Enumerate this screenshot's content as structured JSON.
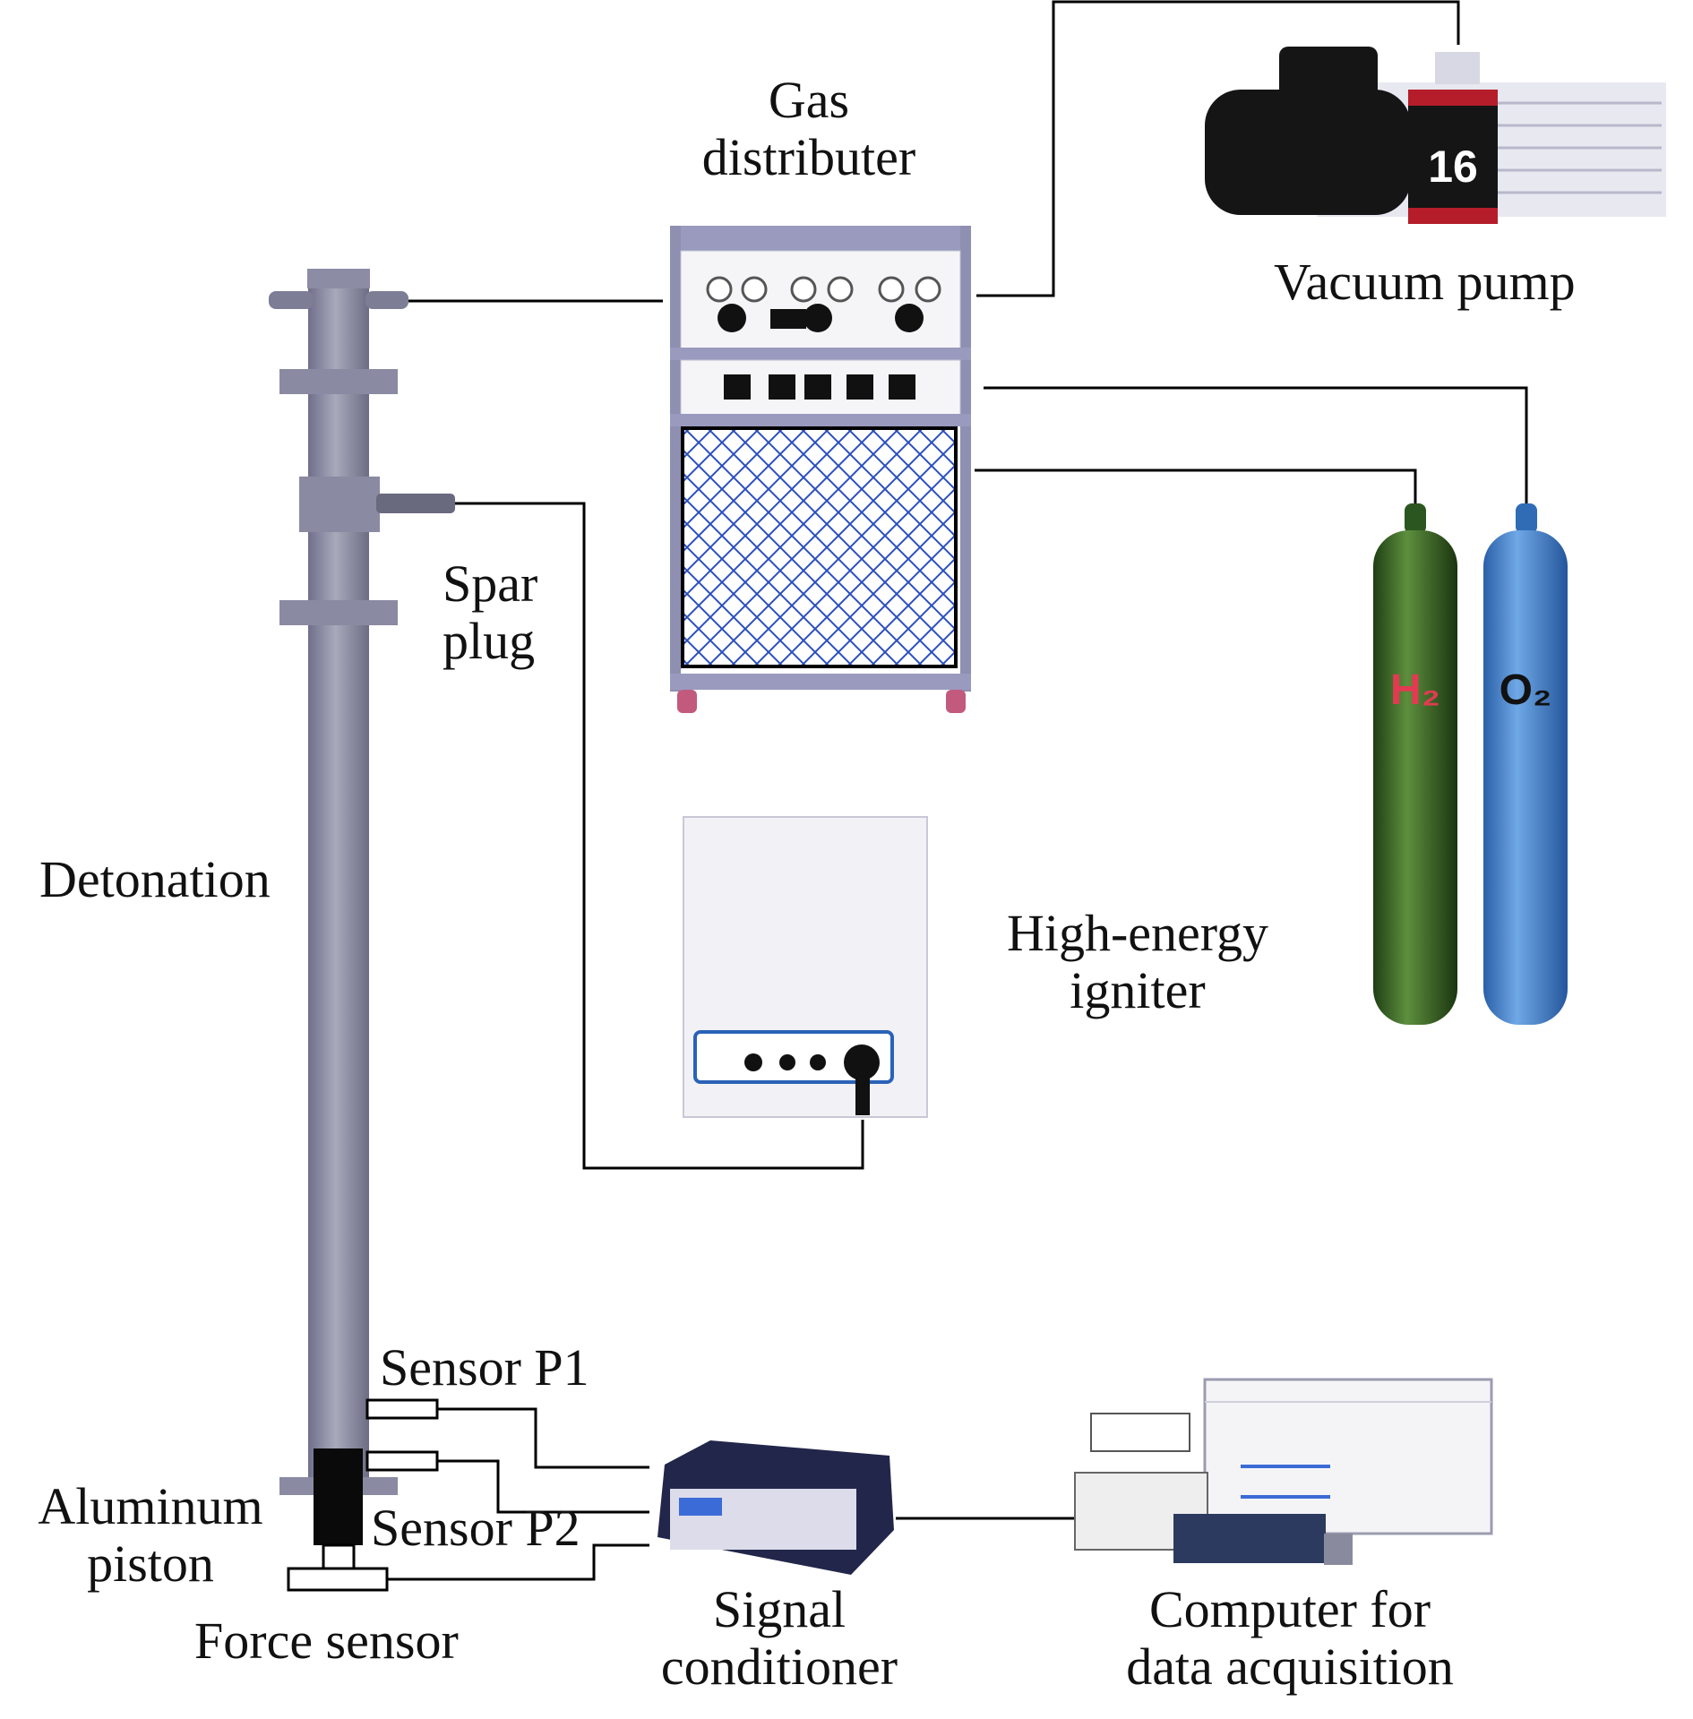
{
  "labels": {
    "gas_distributer": [
      "Gas",
      "distributer"
    ],
    "vacuum_pump": "Vacuum pump",
    "spark_plug": [
      "Spar",
      "plug"
    ],
    "detonation": "Detonation",
    "high_energy_igniter": [
      "High-energy",
      "igniter"
    ],
    "sensor_p1": "Sensor P1",
    "sensor_p2": "Sensor P2",
    "aluminum_piston": [
      "Aluminum",
      "piston"
    ],
    "force_sensor": "Force sensor",
    "signal_conditioner": [
      "Signal",
      "conditioner"
    ],
    "computer": [
      "Computer for",
      "data acquisition"
    ]
  },
  "cylinders": {
    "hydrogen": "H₂",
    "oxygen": "O₂"
  },
  "pump_badge": "16",
  "colors": {
    "tube": "#8a8aa0",
    "line": "#000000",
    "h2_cylinder": "#3c6e28",
    "o2_cylinder": "#3f84cc",
    "distributor_mesh": "#2b4fbf",
    "pump_body": "#151515",
    "pump_red": "#b51d2a"
  }
}
